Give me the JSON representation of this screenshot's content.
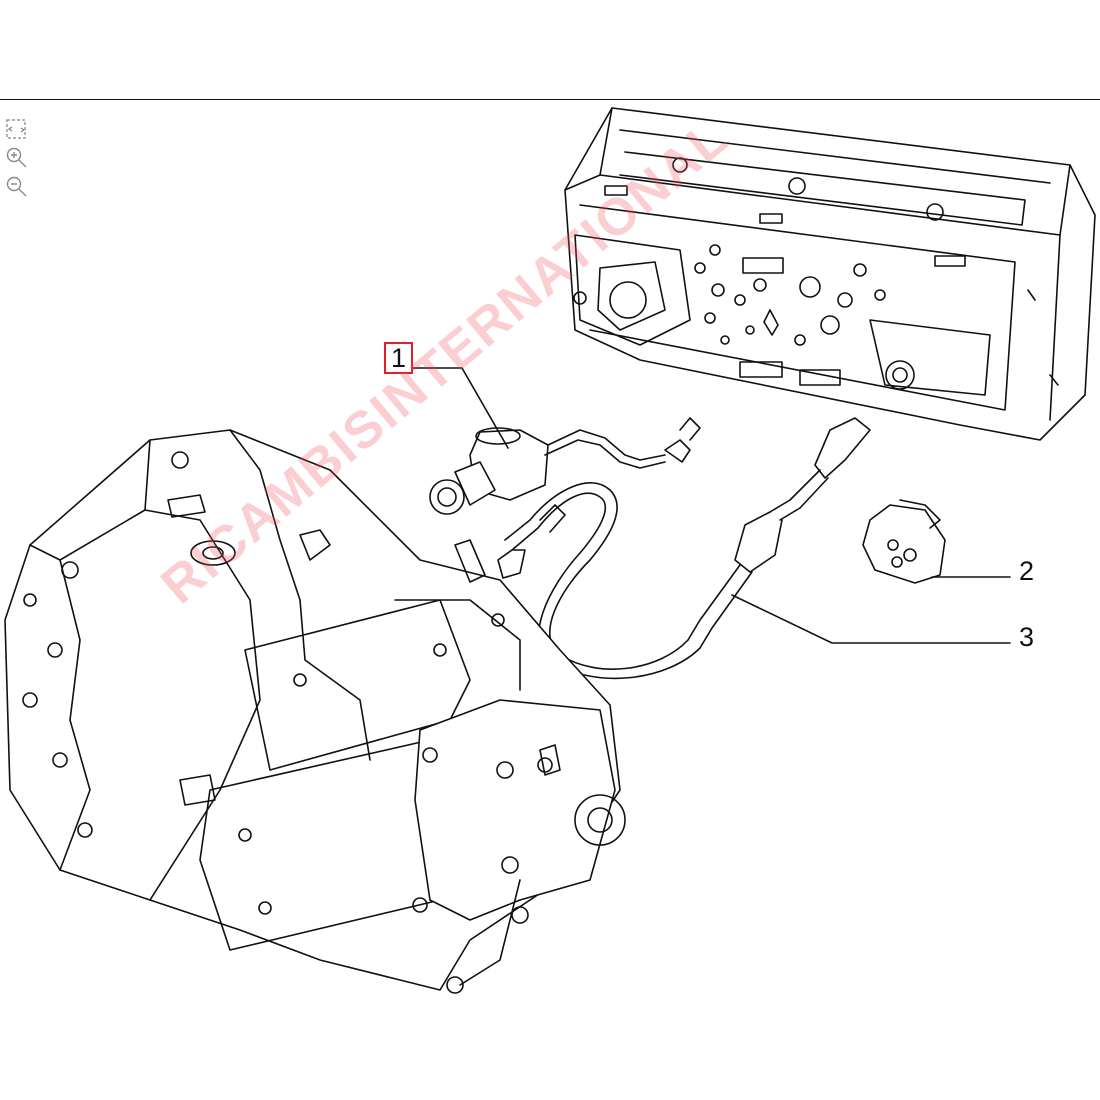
{
  "toolbar": {
    "icons": [
      "fit-icon",
      "zoom-in-icon",
      "zoom-out-icon"
    ]
  },
  "callouts": {
    "c1": "1",
    "c2": "2",
    "c3": "3"
  },
  "watermark": "RICAMBISINTERNATIONAL",
  "colors": {
    "line": "#111111",
    "highlight": "#e0202a",
    "watermark": "#f0505a"
  }
}
